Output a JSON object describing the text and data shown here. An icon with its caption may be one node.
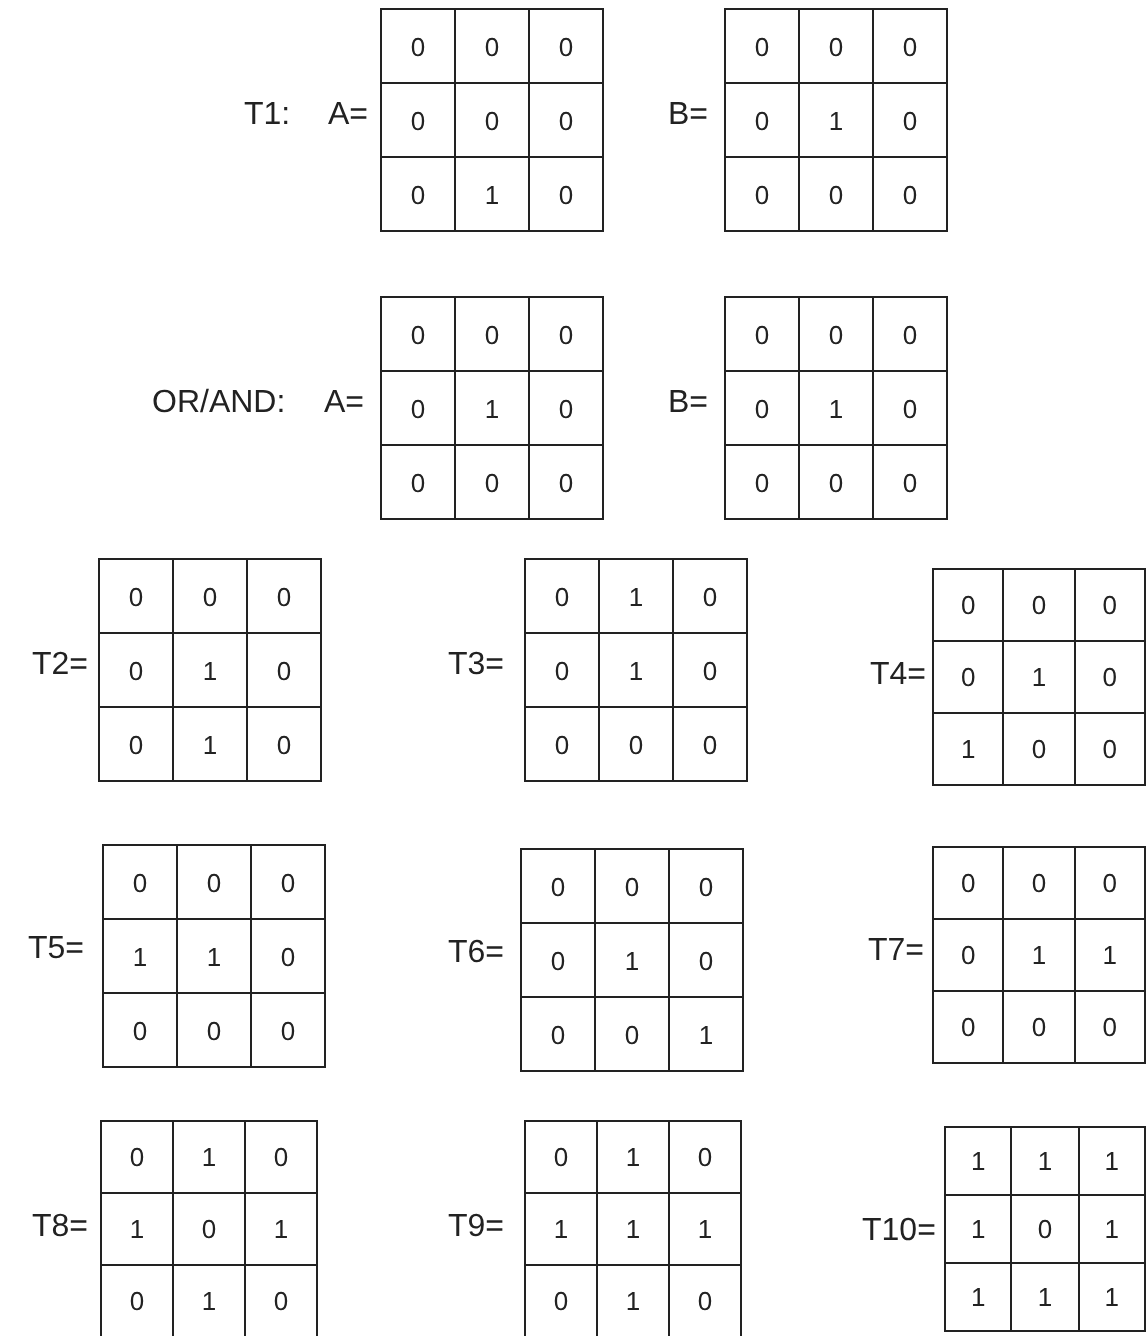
{
  "diagram": {
    "labels": [
      "T1:",
      "A=",
      "0",
      "0",
      "0",
      "0",
      "0",
      "0",
      "0",
      "1",
      "0",
      "B=",
      "0",
      "0",
      "0",
      "0",
      "1",
      "0",
      "0",
      "0",
      "0",
      "OR/AND:",
      "A=",
      "0",
      "0",
      "0",
      "0",
      "1",
      "0",
      "0",
      "0",
      "0",
      "B=",
      "0",
      "0",
      "0",
      "0",
      "1",
      "0",
      "0",
      "0",
      "0",
      "T2=",
      "0",
      "0",
      "0",
      "0",
      "1",
      "0",
      "0",
      "1",
      "0",
      "T3=",
      "0",
      "1",
      "0",
      "0",
      "1",
      "0",
      "0",
      "0",
      "0",
      "T4=",
      "0",
      "0",
      "0",
      "0",
      "1",
      "0",
      "1",
      "0",
      "0",
      "T5=",
      "0",
      "0",
      "0",
      "1",
      "1",
      "0",
      "0",
      "0",
      "0",
      "T6=",
      "0",
      "0",
      "0",
      "0",
      "1",
      "0",
      "0",
      "0",
      "1",
      "T7=",
      "0",
      "0",
      "0",
      "0",
      "1",
      "1",
      "0",
      "0",
      "0",
      "T8=",
      "0",
      "1",
      "0",
      "1",
      "0",
      "1",
      "0",
      "1",
      "0",
      "T9=",
      "0",
      "1",
      "0",
      "1",
      "1",
      "1",
      "0",
      "1",
      "0",
      "T10=",
      "1",
      "1",
      "1",
      "1",
      "0",
      "1",
      "1",
      "1",
      "1"
    ]
  }
}
